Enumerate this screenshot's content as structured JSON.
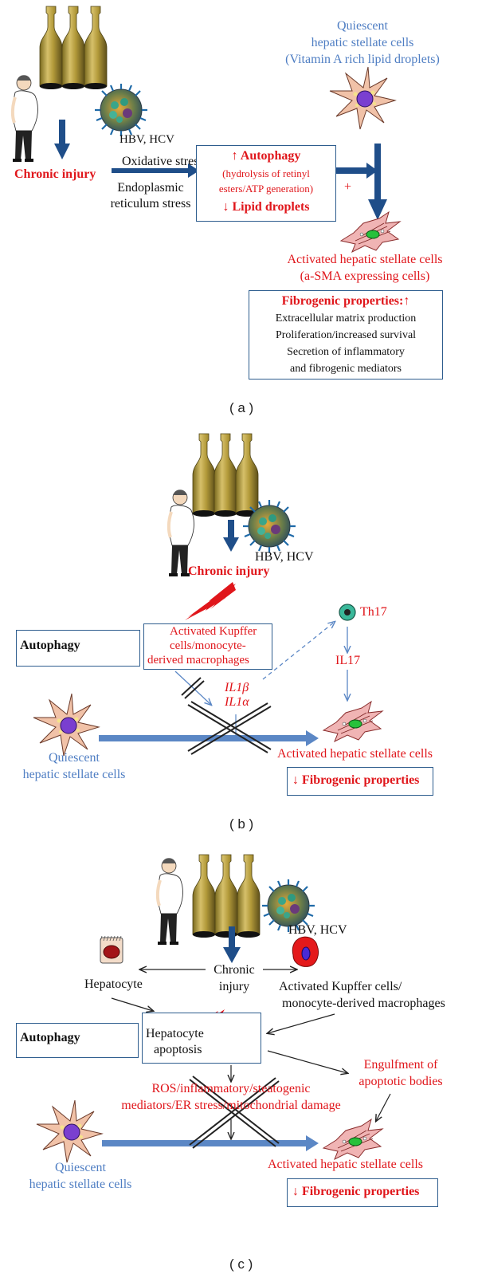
{
  "panel_a": {
    "label": "( a )",
    "quiescent_title_1": "Quiescent",
    "quiescent_title_2": "hepatic stellate cells",
    "quiescent_title_3": "(Vitamin A rich lipid droplets)",
    "virus": "HBV, HCV",
    "chronic_injury": "Chronic injury",
    "oxidative_stress": "Oxidative stress",
    "er_stress_1": "Endoplasmic",
    "er_stress_2": "reticulum stress",
    "autophagy_box": {
      "line1": "↑ Autophagy",
      "line2": "(hydrolysis of retinyl",
      "line3": "esters/ATP generation)",
      "line4": "↓ Lipid droplets"
    },
    "plus": "+",
    "activated_1": "Activated hepatic stellate cells",
    "activated_2": "(a-SMA expressing cells)",
    "fibro_box": {
      "title": "Fibrogenic properties:↑",
      "l1": "Extracellular matrix production",
      "l2": "Proliferation/increased survival",
      "l3": "Secretion of inflammatory",
      "l4": "and fibrogenic mediators"
    }
  },
  "panel_b": {
    "label": "( b )",
    "virus": "HBV, HCV",
    "chronic_injury": "Chronic injury",
    "autophagy": "Autophagy",
    "kupffer_1": "Activated Kupffer",
    "kupffer_2": "cells/monocyte-",
    "kupffer_3": "derived macrophages",
    "il1b": "IL1β",
    "il1a": "IL1α",
    "th17": "Th17",
    "il17": "IL17",
    "quiescent_1": "Quiescent",
    "quiescent_2": "hepatic stellate cells",
    "activated": "Activated hepatic stellate cells",
    "fibro": "↓ Fibrogenic properties"
  },
  "panel_c": {
    "label": "( c )",
    "virus": "HBV, HCV",
    "chronic_1": "Chronic",
    "chronic_2": "injury",
    "hepatocyte": "Hepatocyte",
    "kupffer_1": "Activated Kupffer cells/",
    "kupffer_2": "monocyte-derived macrophages",
    "autophagy": "Autophagy",
    "apoptosis_1": "Hepatocyte",
    "apoptosis_2": "apoptosis",
    "engulf_1": "Engulfment of",
    "engulf_2": "apoptotic bodies",
    "ros_1": "ROS/inflammatory/steatogenic",
    "ros_2": "mediators/ER stress/mitochondrial damage",
    "quiescent_1": "Quiescent",
    "quiescent_2": "hepatic stellate cells",
    "activated": "Activated hepatic stellate cells",
    "fibro": "↓ Fibrogenic properties"
  },
  "colors": {
    "red": "#e0161b",
    "blue_text": "#4f7ec3",
    "dark_blue_arrow": "#1f4e89",
    "light_blue_arrow": "#5b87c5",
    "box_border": "#2e5d8e"
  }
}
